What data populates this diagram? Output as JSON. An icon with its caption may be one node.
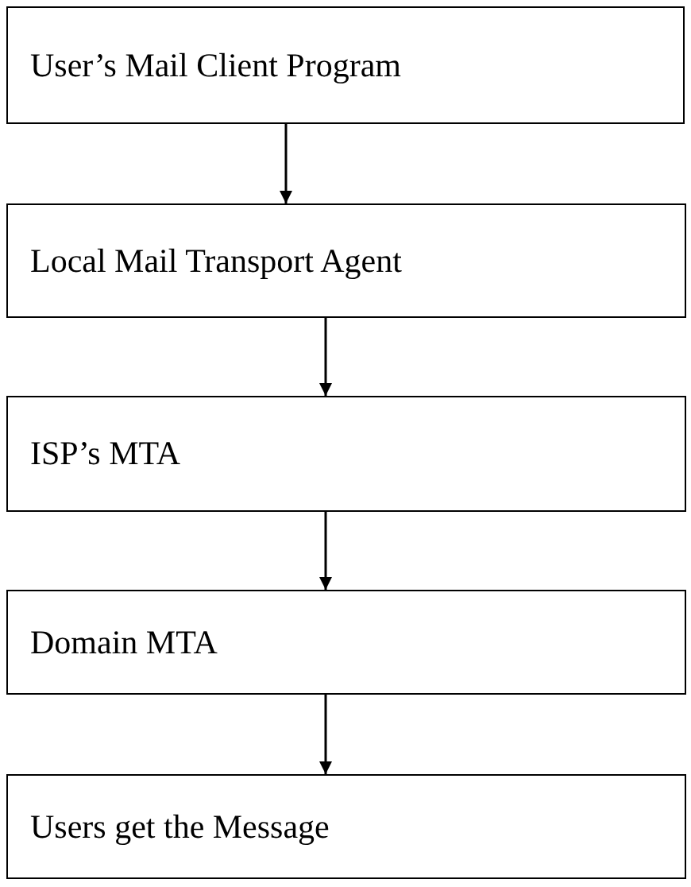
{
  "diagram": {
    "nodes": [
      {
        "text": [
          "User’s Mail Client Program"
        ]
      },
      {
        "text": [
          "Local Mail Transport Agent"
        ]
      },
      {
        "text": [
          "ISP’s MTA"
        ]
      },
      {
        "text": [
          "Domain MTA"
        ]
      },
      {
        "text": [
          "Users get the Message"
        ]
      }
    ],
    "edges": [
      {
        "from": 0,
        "to": 1,
        "arrow": "to"
      },
      {
        "from": 1,
        "to": 2,
        "arrow": "to"
      },
      {
        "from": 2,
        "to": 3,
        "arrow": "to"
      },
      {
        "from": 3,
        "to": 4,
        "arrow": "to"
      }
    ]
  }
}
